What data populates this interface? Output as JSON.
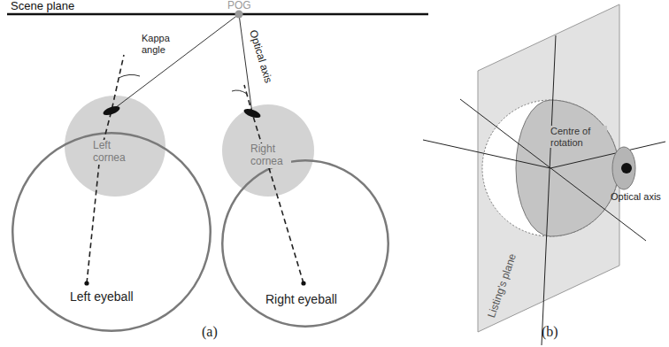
{
  "diagram": {
    "nodes": [
      {
        "text": [
          "Left cornea"
        ]
      },
      {
        "text": [
          "Left eyeball"
        ]
      },
      {
        "text": [
          "Right cornea"
        ]
      },
      {
        "text": [
          "Right eyeball"
        ]
      },
      {
        "text": [
          "Listing's plane"
        ]
      },
      {
        "text": [
          "Centre of rotation"
        ],
        "in": 4
      }
    ],
    "labels": [
      "Scene plane",
      "POG",
      "Kappa angle",
      "Optical axis",
      "Optical axis",
      "(a)",
      "(b)"
    ]
  }
}
